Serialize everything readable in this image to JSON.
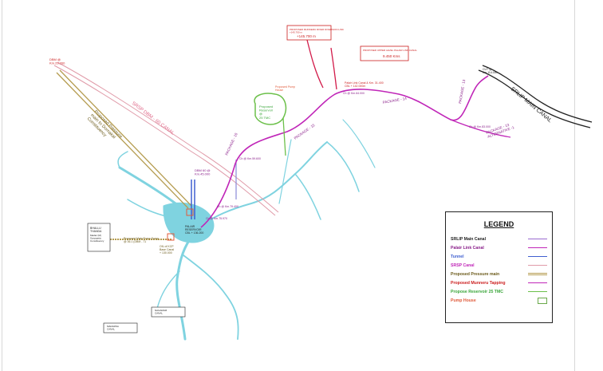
{
  "colors": {
    "river": "#7fd3e0",
    "srlip_main_canal": "#222222",
    "palair_link_canal": "#c026b8",
    "tunnel": "#3f5fd0",
    "srsp_canal": "#e09aa8",
    "pressure_main": "#b59c50",
    "munneru_tapping": "#d21b4a",
    "reservoir": "#6cc04a",
    "pump_house": "#e05a3a",
    "label_purple": "#8a1f8a",
    "label_red": "#cc1f1f",
    "label_olive": "#6b5a1a"
  },
  "labels": {
    "top_box": "PROPOSED MUNNERU RIVER DIVERSION LINK\n+145.700 m",
    "top_box_level": "+145.700 m",
    "right_box": "PROPOSED UPPER LEVEL PALAIR LINK CANAL",
    "right_box_km": "9.450 Kms",
    "dbm_top": "DBM @\nKm.29.200",
    "srsp_canal": "SRSP DBM - 60 CANAL",
    "pressure_main": "Proposed Pressure\nmain to Dornakal\nConstituency",
    "srlip_main": "SRLIP MAIN CANAL",
    "dbm_km": "DBM 60 @\nKm.45.000",
    "package_16": "PACKAGE - 16",
    "package_15": "PACKAGE - 15",
    "package_14": "PACKAGE - 14",
    "package_13": "PACKAGE - 13",
    "package_13_alt": "PACKAGE - 13\nALTERNATIVE -1",
    "link_canal_chainage": "Palair Link Canal & Km. 31.400\nCBL + 142.000m",
    "proposed_reservoir": "Proposed\nReservoir\n@\n25 TMC",
    "proposed_pump_house": "Proposed Pump\nHouse",
    "palair_reservoir": "PALAIR\nRESERVOIR\nCBL + 136.200",
    "bhallu_thanda": "BHALLU\nTHANDA",
    "madar_constituency": "Madar (M)\nSuryapeta\nConstituency",
    "pressure_main_note": "Proposed Main Pump Sump\n@ 36.1 (DBM - 71",
    "olt_kcp": "OfL of KCP\nBase Canal\n+ 130.000",
    "nagaram_canal": "NAGARAM\nCANAL",
    "madarsa_canal": "MADARSA\nCANAL",
    "ch_km_1": "Ch @ Km.59.600",
    "ch_km_2": "Ch @ Km.75.970",
    "ch_km_3": "Ch @ Km.79.400",
    "ch_km_4": "Ch @ Km.64.000",
    "ch_km_5": "Ch @ Km.83.000",
    "cut_km": "CUT @\nKm.114.000"
  },
  "legend": {
    "title": "LEGEND",
    "items": [
      {
        "label": "SRLIP Main Canal",
        "color": "#222222",
        "swatch": "line-purple"
      },
      {
        "label": "Palair Link Canal",
        "color": "#8a1f8a",
        "swatch": "line-pink"
      },
      {
        "label": "Tunnel",
        "color": "#3f5fd0",
        "swatch": "line-blue"
      },
      {
        "label": "SRSP Canal",
        "color": "#c026b8",
        "swatch": "line-light"
      },
      {
        "label": "Proposed Pressure main",
        "color": "#6b5a1a",
        "swatch": "double"
      },
      {
        "label": "Proposed Munneru Tapping",
        "color": "#cc1f1f",
        "swatch": "line-magenta"
      },
      {
        "label": "Propose Reservoir 25 TMC",
        "color": "#3aa63a",
        "swatch": "line-green"
      },
      {
        "label": "Pump House",
        "color": "#e05a3a",
        "swatch": "box"
      }
    ]
  }
}
